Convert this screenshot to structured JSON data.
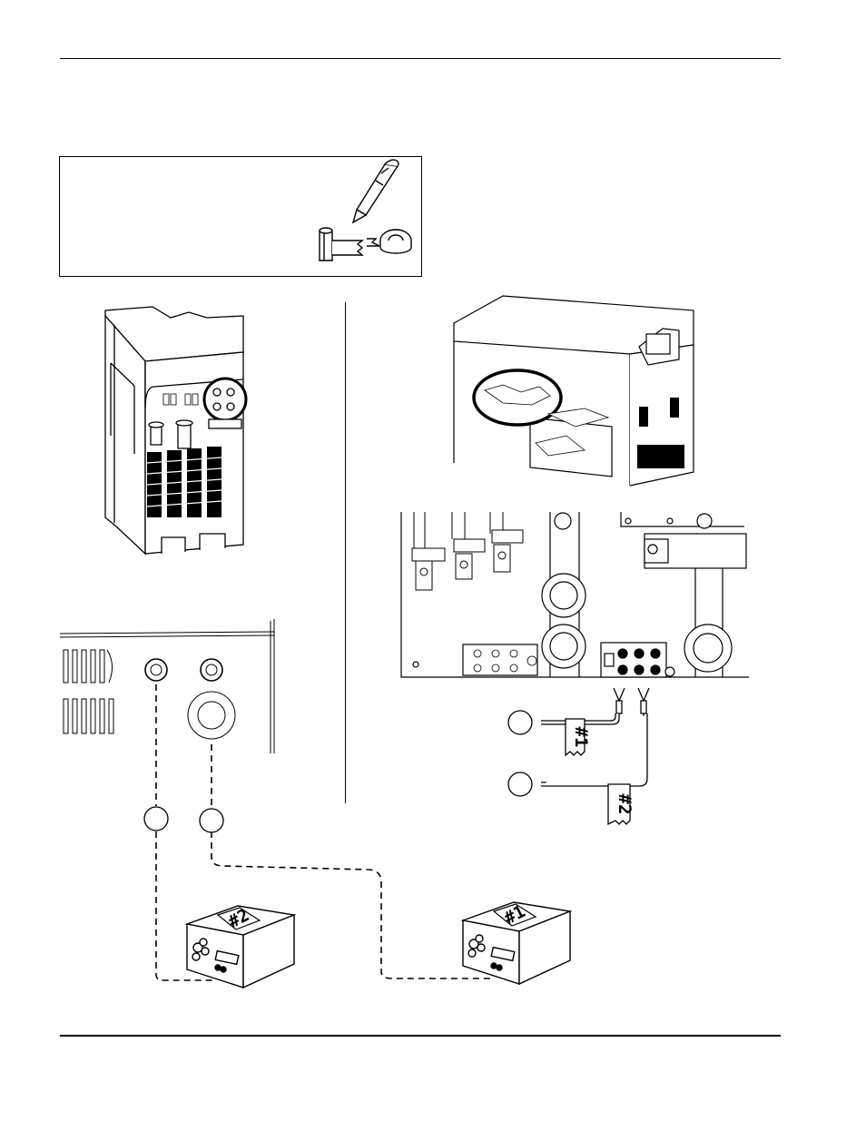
{
  "wire_tags": {
    "upper": "#1",
    "lower": "#2"
  },
  "box_tags": {
    "left_box": "#2",
    "right_box": "#1"
  },
  "icons": {
    "marker": "pen-icon",
    "tape": "tape-roll-icon",
    "tube": "tubing-icon"
  }
}
